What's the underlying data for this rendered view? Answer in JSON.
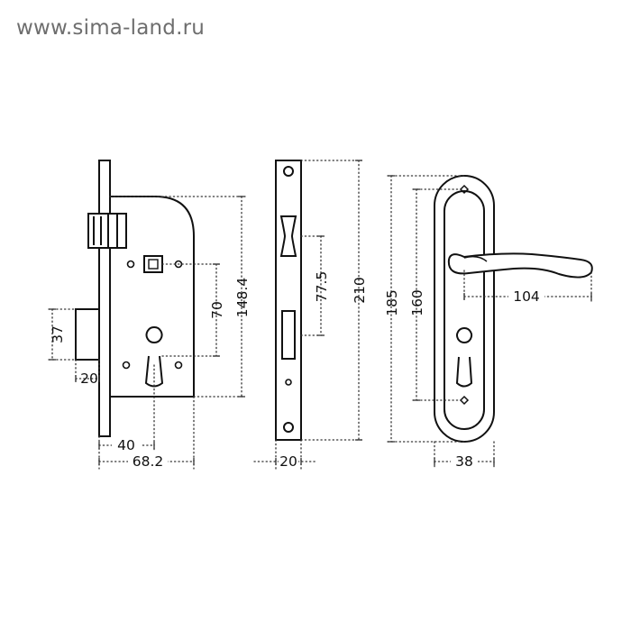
{
  "watermark": "www.sima-land.ru",
  "dimensions": {
    "lock_body_depth": "40",
    "lock_body_width": "68.2",
    "bolt_height": "37",
    "bolt_extension": "20",
    "center_distance": "70",
    "lock_body_height": "148.4",
    "faceplate_width": "20",
    "faceplate_hole_distance": "77.5",
    "faceplate_length": "210",
    "escutcheon_length": "185",
    "escutcheon_hole_distance": "160",
    "handle_length": "104",
    "escutcheon_width": "38"
  }
}
